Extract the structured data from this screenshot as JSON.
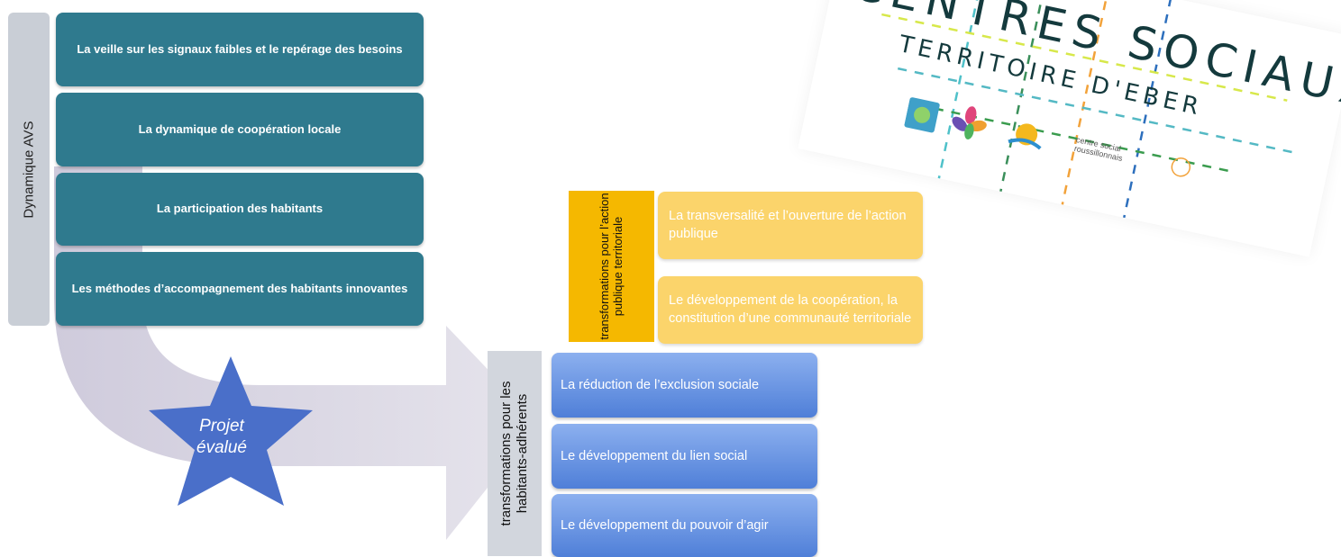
{
  "sidebar": {
    "label": "Dynamique AVS"
  },
  "avs_items": [
    {
      "label": "La veille sur les signaux faibles et le repérage des besoins"
    },
    {
      "label": "La dynamique de coopération locale"
    },
    {
      "label": "La participation des habitants"
    },
    {
      "label": "Les méthodes d’accompagnement des habitants innovantes"
    }
  ],
  "center": {
    "label": "Projet évalué"
  },
  "public_action": {
    "label": "transformations pour l’action publique territoriale",
    "items": [
      {
        "label": "La transversalité et l’ouverture de l’action publique"
      },
      {
        "label": "Le développement de la coopération, la constitution d’une communauté territoriale"
      }
    ]
  },
  "members": {
    "label": "transformations pour les habitants-adhérents",
    "items": [
      {
        "label": "La réduction de l’exclusion sociale"
      },
      {
        "label": "Le développement du lien social"
      },
      {
        "label": "Le développement du pouvoir d’agir"
      }
    ]
  },
  "logo": {
    "title": "CENTRES SOCIAUX",
    "subtitle": "TERRITOIRE D'EBER",
    "partner_text": "centre social roussillonnais"
  },
  "colors": {
    "teal": "#2f7a8e",
    "star": "#4a6fc9",
    "yellow_label": "#f5b800",
    "yellow_box": "#fbd46b",
    "blue": "#5b8ae0",
    "arrow": "#dcdae5"
  }
}
